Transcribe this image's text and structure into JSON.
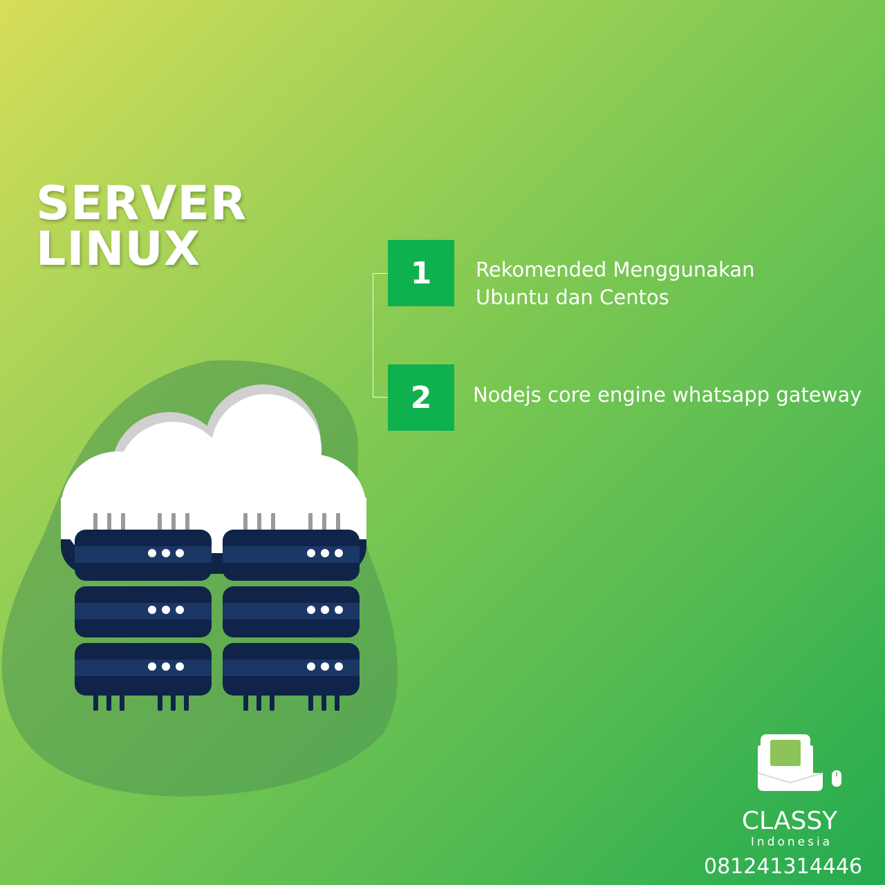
{
  "title": {
    "line1": "SERVER",
    "line2": "LINUX"
  },
  "steps": [
    {
      "number": "1",
      "text_line1": "Rekomended Menggunakan",
      "text_line2": "Ubuntu dan Centos"
    },
    {
      "number": "2",
      "text_line1": "Nodejs core engine whatsapp gateway"
    }
  ],
  "brand": {
    "name": "CLASSY",
    "subtitle": "Indonesia",
    "phone": "081241314446"
  },
  "illustration": {
    "subject": "cloud-server-rack-icon"
  },
  "colors": {
    "accent": "#0fb14e",
    "server_dark": "#0f2448",
    "server_band": "#1b3766",
    "blob": "#4f9652",
    "text": "#ffffff"
  }
}
